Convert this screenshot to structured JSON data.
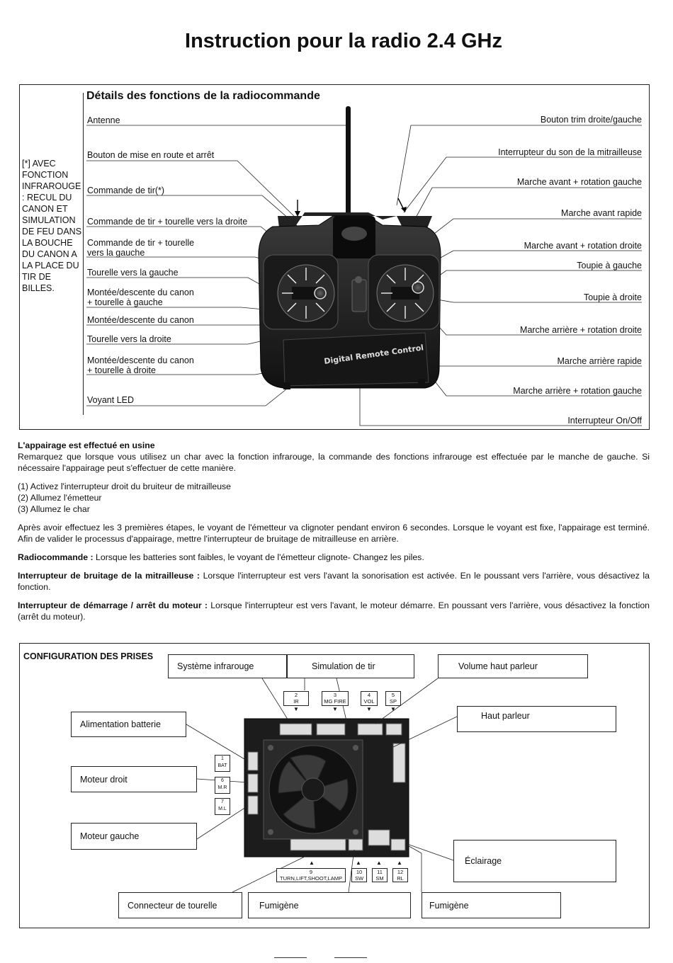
{
  "title": "Instruction pour la radio 2.4 GHz",
  "remote": {
    "section_title": "Détails des fonctions de la radiocommande",
    "infrared_note": "[*] AVEC FONCTION INFRAROUGE : RECUL DU CANON ET SIMULATION DE FEU DANS LA BOUCHE DU CANON A LA PLACE DU TIR DE BILLES.",
    "brand_text": "Digital Remote Control",
    "left_labels": [
      "Antenne",
      "Bouton de mise en route et arrêt",
      "Commande de tir(*)",
      "Commande de tir + tourelle vers la droite",
      "Commande de tir + tourelle\nvers la gauche",
      "Tourelle vers la gauche",
      "Montée/descente du canon\n+ tourelle à gauche",
      "Montée/descente du canon",
      "Tourelle vers la droite",
      "Montée/descente du canon\n+ tourelle à droite",
      "Voyant LED"
    ],
    "right_labels": [
      "Bouton trim droite/gauche",
      "Interrupteur du son de la mitrailleuse",
      "Marche avant + rotation gauche",
      "Marche avant rapide",
      "Marche avant + rotation droite",
      "Toupie à gauche",
      "Toupie à droite",
      "Marche arrière + rotation droite",
      "Marche arrière rapide",
      "Marche arrière + rotation gauche",
      "Interrupteur On/Off"
    ]
  },
  "text": {
    "pairing_heading": "L'appairage est effectué en usine",
    "pairing_p1": "Remarquez que lorsque vous utilisez un char avec la fonction infrarouge, la commande des fonctions infrarouge est effectuée par le manche de gauche. Si nécessaire l'appairage peut s'effectuer de cette manière.",
    "steps": [
      "(1) Activez l'interrupteur droit du bruiteur de mitrailleuse",
      "(2) Allumez l'émetteur",
      "(3) Allumez le char"
    ],
    "pairing_p2": "Après avoir effectuez les 3 premières étapes, le voyant de l'émetteur va clignoter pendant environ 6 secondes. Lorsque le voyant est fixe, l'appairage est terminé. Afin de valider le processus d'appairage, mettre l'interrupteur de bruitage de mitrailleuse en arrière.",
    "radio_label": "Radiocommande :",
    "radio_text": " Lorsque les batteries sont faibles, le voyant de l'émetteur clignote- Changez les piles.",
    "mg_label": "Interrupteur de bruitage de la mitrailleuse :",
    "mg_text": " Lorsque l'interrupteur est vers l'avant la sonorisation est activée. En le poussant vers l'arrière, vous désactivez la fonction.",
    "engine_label": "Interrupteur de démarrage / arrêt du moteur :",
    "engine_text": " Lorsque l'interrupteur est vers l'avant, le moteur démarre. En poussant vers l'arrière, vous désactivez la fonction (arrêt du moteur)."
  },
  "config": {
    "section_title": "CONFIGURATION DES PRISES",
    "boxes": {
      "ir": "Système infrarouge",
      "sim": "Simulation de tir",
      "vol": "Volume haut parleur",
      "hp": "Haut parleur",
      "bat": "Alimentation batterie",
      "md": "Moteur droit",
      "mg": "Moteur gauche",
      "light": "Éclairage",
      "turret": "Connecteur de tourelle",
      "smoke1": "Fumigène",
      "smoke2": "Fumigène"
    },
    "pins_top": [
      {
        "num": "2",
        "name": "IR"
      },
      {
        "num": "3",
        "name": "MG FIRE"
      },
      {
        "num": "4",
        "name": "VOL"
      },
      {
        "num": "5",
        "name": "SP"
      }
    ],
    "pins_left": [
      {
        "num": "1",
        "name": "BAT"
      },
      {
        "num": "6",
        "name": "M.R"
      },
      {
        "num": "7",
        "name": "M.L"
      }
    ],
    "pins_bottom": [
      {
        "num": "9",
        "name": "TURN,LIFT,SHOOT,LAMP"
      },
      {
        "num": "10",
        "name": "SW"
      },
      {
        "num": "11",
        "name": "SM"
      },
      {
        "num": "12",
        "name": "RL"
      }
    ]
  }
}
